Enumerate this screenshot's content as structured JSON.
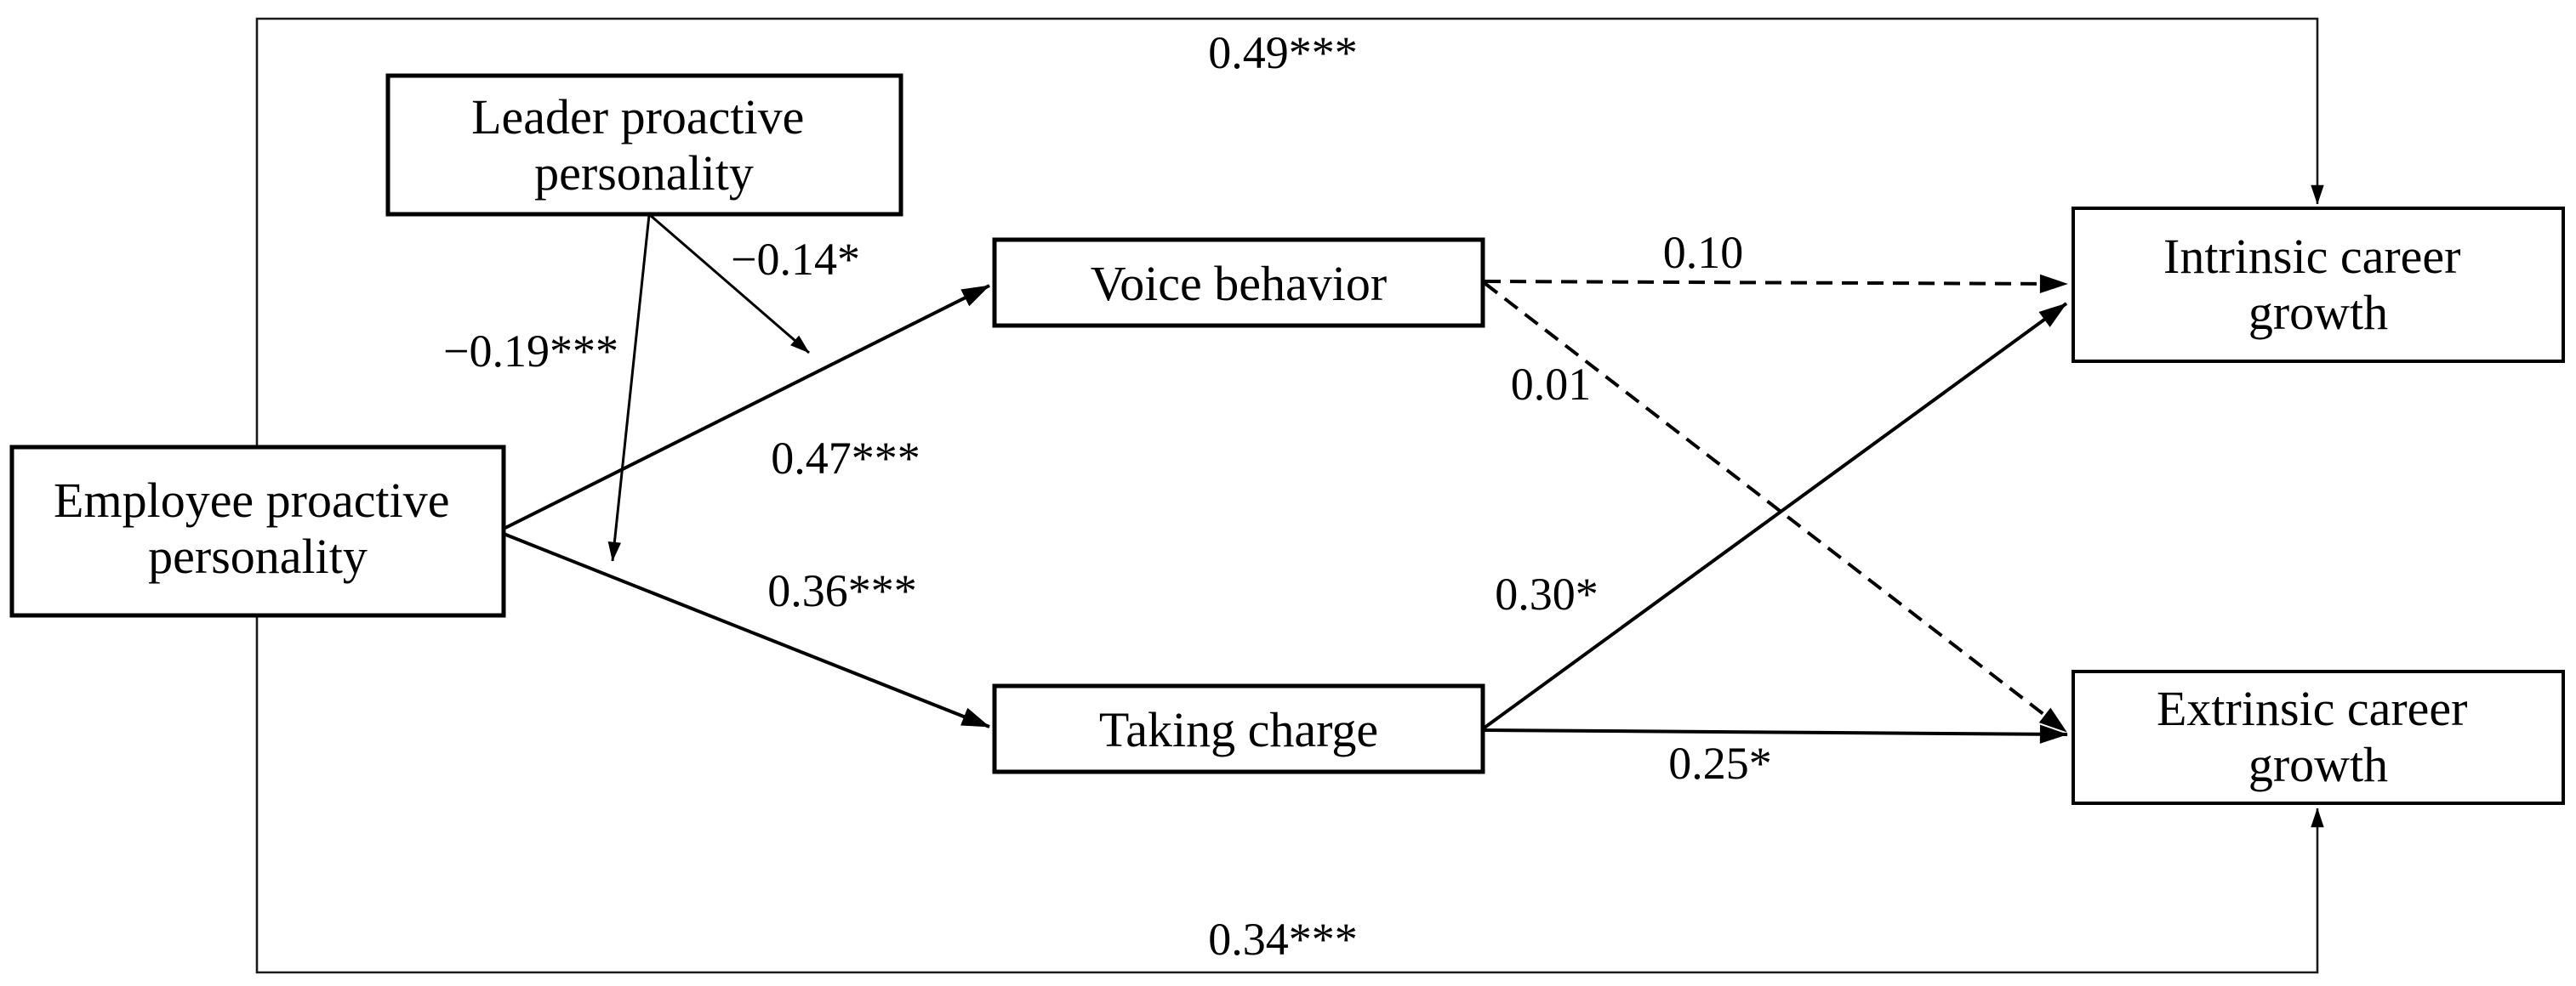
{
  "styles": {
    "ink": "#000000",
    "background": "#ffffff"
  },
  "nodes": {
    "leader": {
      "lines": [
        "Leader proactive",
        "personality"
      ]
    },
    "employee": {
      "lines": [
        "Employee proactive",
        "personality"
      ]
    },
    "voice": {
      "label": "Voice behavior"
    },
    "taking": {
      "label": "Taking charge"
    },
    "intrinsic": {
      "lines": [
        "Intrinsic career",
        "growth"
      ]
    },
    "extrinsic": {
      "lines": [
        "Extrinsic career",
        "growth"
      ]
    }
  },
  "coefficients": {
    "employee_intrinsic_direct": "0.49***",
    "employee_extrinsic_direct": "0.34***",
    "employee_voice": "0.47***",
    "employee_taking": "0.36***",
    "leader_moderates_voice_path": "−0.14*",
    "leader_moderates_taking_path": "−0.19***",
    "voice_intrinsic": "0.10",
    "voice_extrinsic": "0.01",
    "taking_intrinsic": "0.30*",
    "taking_extrinsic": "0.25*"
  }
}
